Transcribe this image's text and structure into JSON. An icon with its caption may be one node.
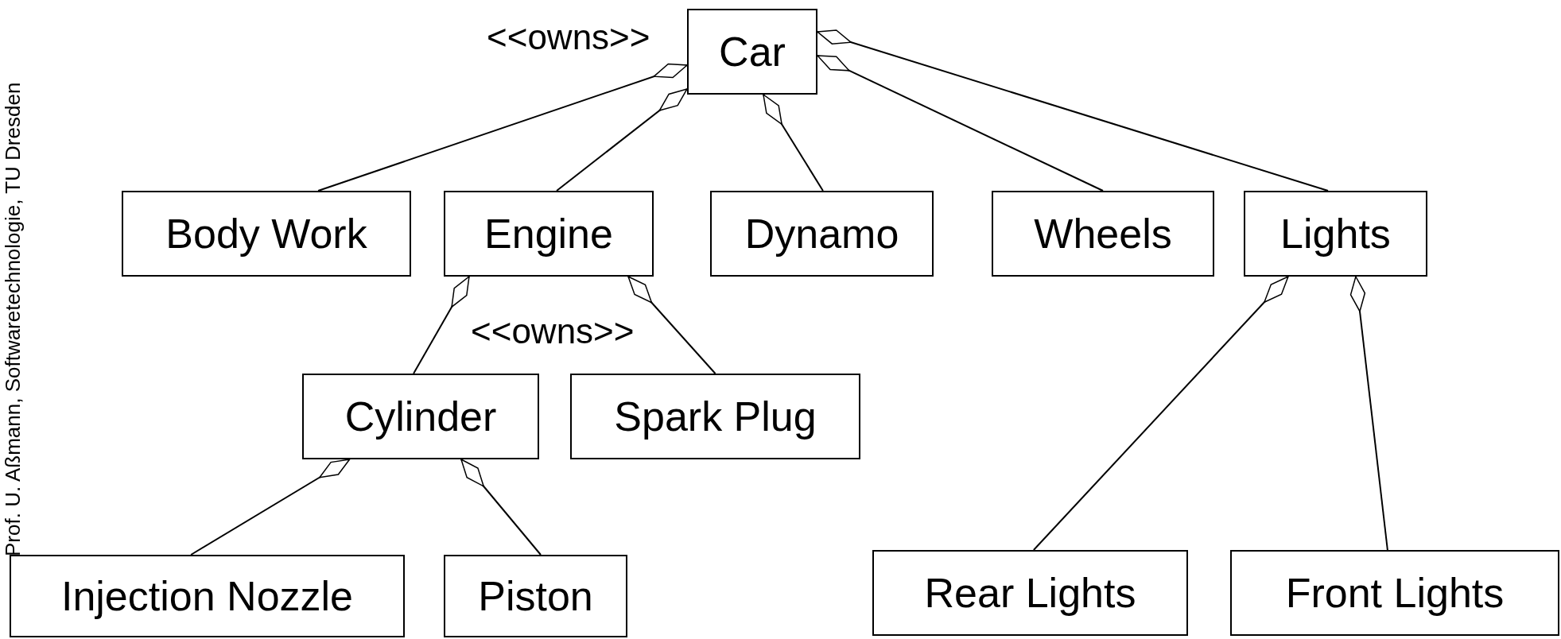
{
  "diagram": {
    "nodes": [
      {
        "text": [
          "Car"
        ]
      },
      {
        "text": [
          "Body Work"
        ]
      },
      {
        "text": [
          "Engine"
        ]
      },
      {
        "text": [
          "Dynamo"
        ]
      },
      {
        "text": [
          "Wheels"
        ]
      },
      {
        "text": [
          "Lights"
        ]
      },
      {
        "text": [
          "Cylinder"
        ]
      },
      {
        "text": [
          "Spark Plug"
        ]
      },
      {
        "text": [
          "Injection Nozzle"
        ]
      },
      {
        "text": [
          "Piston"
        ]
      },
      {
        "text": [
          "Rear Lights"
        ]
      },
      {
        "text": [
          "Front Lights"
        ]
      }
    ],
    "edges": [
      {
        "from": 0,
        "to": 1,
        "arrow": "other"
      },
      {
        "from": 0,
        "to": 2,
        "arrow": "other"
      },
      {
        "from": 0,
        "to": 3,
        "arrow": "other"
      },
      {
        "from": 0,
        "to": 4,
        "arrow": "other"
      },
      {
        "from": 0,
        "to": 5,
        "arrow": "other"
      },
      {
        "from": 2,
        "to": 6,
        "arrow": "other"
      },
      {
        "from": 2,
        "to": 7,
        "arrow": "other"
      },
      {
        "from": 6,
        "to": 8,
        "arrow": "other"
      },
      {
        "from": 6,
        "to": 9,
        "arrow": "other"
      },
      {
        "from": 5,
        "to": 10,
        "arrow": "other"
      },
      {
        "from": 5,
        "to": 11,
        "arrow": "other"
      }
    ],
    "labels": [
      "Prof. U. Aßmann, Softwaretechnologie, TU Dresden",
      "<<owns>>",
      "<<owns>>"
    ]
  }
}
